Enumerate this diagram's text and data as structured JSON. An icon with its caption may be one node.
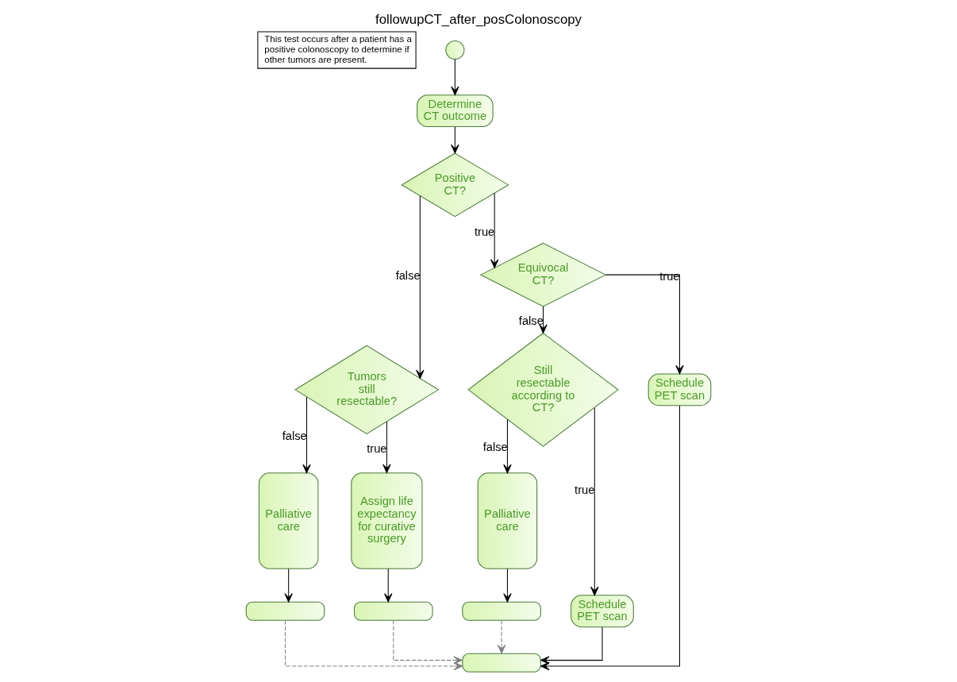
{
  "diagram": {
    "title": "followupCT_after_posColonoscopy",
    "nodes": [
      {
        "text": [
          "This test occurs after a patient has a positive colonoscopy to determine if other tumors are present."
        ]
      },
      {
        "text": [],
        "shape": "circle"
      },
      {
        "text": [
          "Determine CT outcome"
        ]
      },
      {
        "text": [
          "Positive CT?"
        ]
      },
      {
        "text": [
          "Tumors still resectable?"
        ]
      },
      {
        "text": [
          "Palliative care"
        ]
      },
      {
        "text": [
          "Assign life expectancy for curative surgery"
        ]
      },
      {
        "text": [],
        "shape": "box"
      },
      {
        "text": [],
        "shape": "box"
      },
      {
        "text": [
          "Equivocal CT?"
        ]
      },
      {
        "text": [
          "Still resectable according to CT?"
        ]
      },
      {
        "text": [
          "Palliative care"
        ]
      },
      {
        "text": [
          "Schedule PET scan"
        ]
      },
      {
        "text": [],
        "shape": "box"
      },
      {
        "text": [
          "Schedule PET scan"
        ]
      },
      {
        "text": [],
        "shape": "box"
      }
    ],
    "edges": [
      {
        "from": 1,
        "to": 2,
        "arrow": "to"
      },
      {
        "from": 2,
        "to": 3,
        "arrow": "to"
      },
      {
        "from": 3,
        "to": 4,
        "arrow": "to",
        "label": "false"
      },
      {
        "from": 3,
        "to": 9,
        "arrow": "to",
        "label": "true"
      },
      {
        "from": 4,
        "to": 5,
        "arrow": "to",
        "label": "false"
      },
      {
        "from": 4,
        "to": 6,
        "arrow": "to",
        "label": "true"
      },
      {
        "from": 5,
        "to": 7,
        "arrow": "to"
      },
      {
        "from": 6,
        "to": 8,
        "arrow": "to"
      },
      {
        "from": 9,
        "to": 10,
        "arrow": "to",
        "label": "false"
      },
      {
        "from": 9,
        "to": 14,
        "arrow": "to",
        "label": "true"
      },
      {
        "from": 10,
        "to": 11,
        "arrow": "to",
        "label": "false"
      },
      {
        "from": 10,
        "to": 12,
        "arrow": "to",
        "label": "true"
      },
      {
        "from": 11,
        "to": 13,
        "arrow": "to"
      },
      {
        "from": 7,
        "to": 15,
        "arrow": "to",
        "style": "dashed",
        "color": "#808080"
      },
      {
        "from": 8,
        "to": 15,
        "arrow": "to",
        "style": "dashed",
        "color": "#808080"
      },
      {
        "from": 13,
        "to": 15,
        "arrow": "to",
        "style": "dashed",
        "color": "#808080"
      },
      {
        "from": 12,
        "to": 15,
        "arrow": "to"
      },
      {
        "from": 14,
        "to": 15,
        "arrow": "to"
      }
    ]
  }
}
